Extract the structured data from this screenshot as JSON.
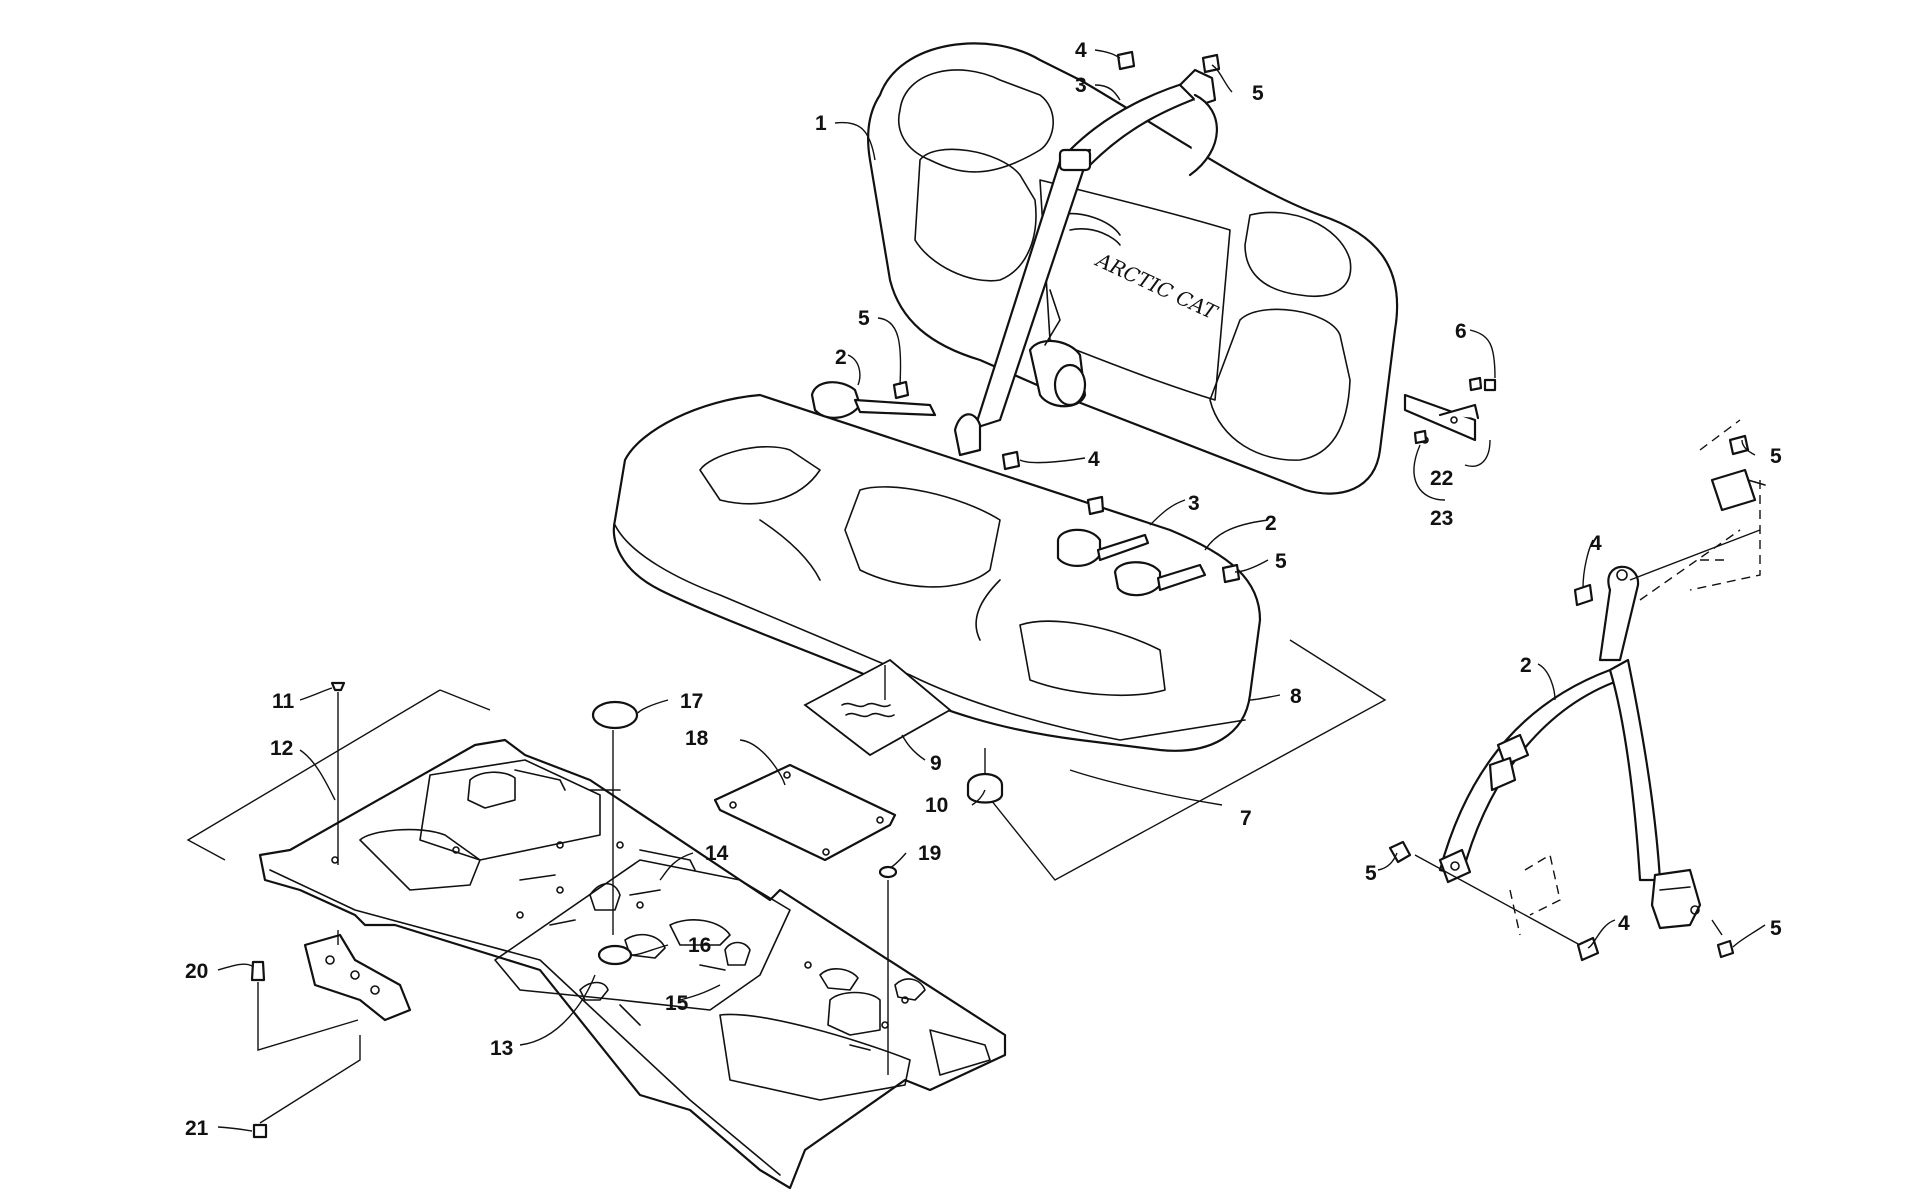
{
  "callouts": {
    "c1": "1",
    "c2": "2",
    "c3": "3",
    "c4": "4",
    "c5": "5",
    "c6": "6",
    "c7": "7",
    "c8": "8",
    "c9": "9",
    "c10": "10",
    "c11": "11",
    "c12": "12",
    "c13": "13",
    "c14": "14",
    "c15": "15",
    "c16": "16",
    "c17": "17",
    "c18": "18",
    "c19": "19",
    "c20": "20",
    "c21": "21",
    "c22": "22",
    "c23": "23"
  },
  "logo": {
    "text": "ARCTIC CAT"
  },
  "colors": {
    "ink": "#111111",
    "paper": "#ffffff"
  }
}
